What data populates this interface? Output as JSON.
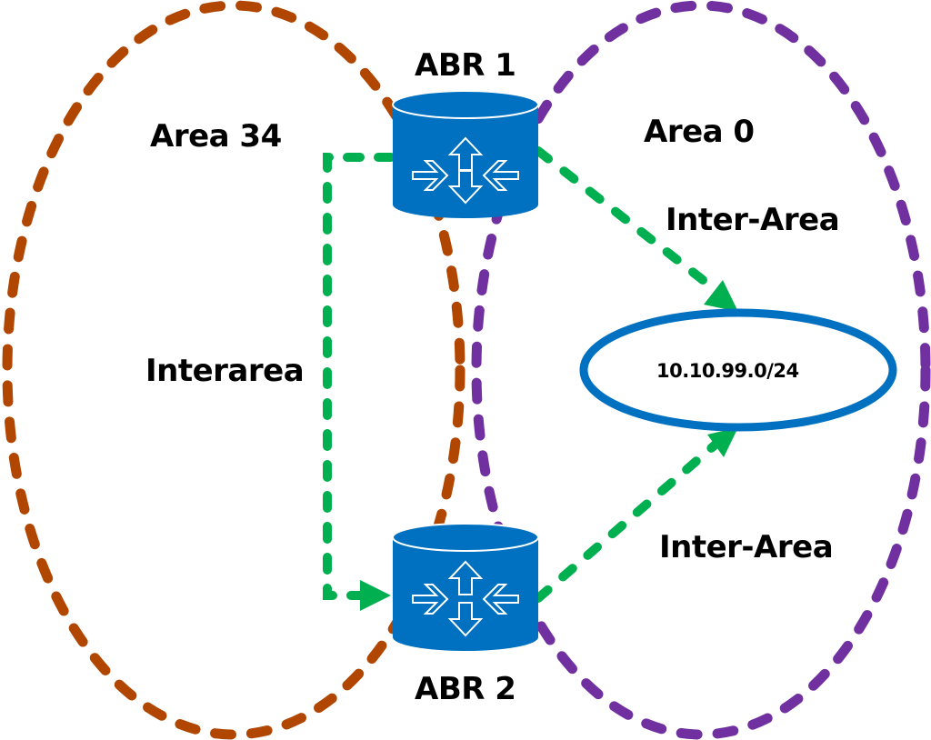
{
  "diagram": {
    "areas": [
      {
        "id": "area34",
        "label": "Area 34",
        "color": "#b04600"
      },
      {
        "id": "area0",
        "label": "Area 0",
        "color": "#7030a0"
      }
    ],
    "routers": [
      {
        "id": "abr1",
        "label": "ABR 1",
        "icon": "router-icon",
        "color": "#0070c0"
      },
      {
        "id": "abr2",
        "label": "ABR 2",
        "icon": "router-icon",
        "color": "#0070c0"
      }
    ],
    "network": {
      "label": "10.10.99.0/24",
      "color": "#0070c0"
    },
    "links": [
      {
        "from": "abr1",
        "to": "abr2",
        "label": "Interarea",
        "color": "#00b050",
        "style": "dashed-arrow"
      },
      {
        "from": "abr1",
        "to": "network",
        "label": "Inter-Area",
        "color": "#00b050",
        "style": "dashed-arrow"
      },
      {
        "from": "abr2",
        "to": "network",
        "label": "Inter-Area",
        "color": "#00b050",
        "style": "dashed-arrow"
      }
    ]
  }
}
